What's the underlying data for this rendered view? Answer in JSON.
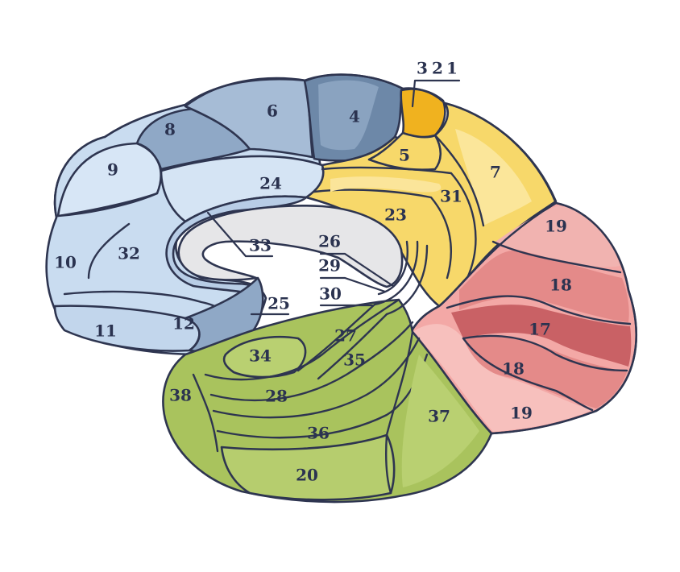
{
  "colors": {
    "frontal_light": "#c9dcf0",
    "frontal_mid": "#a8c1dc",
    "frontal_dark": "#7f9cbb",
    "motor": "#6b86a6",
    "sensory_orange": "#f3b623",
    "parietal_yellow": "#f7d86a",
    "parietal_light": "#fbe79a",
    "occipital_light": "#f4aaa8",
    "occipital_mid": "#e07f80",
    "occipital_dark": "#c45e62",
    "temporal_green": "#a9c35d",
    "temporal_light": "#c2d67a",
    "callosum": "#e6e6e8",
    "outline": "#2e3550"
  },
  "areas": [
    {
      "id": "area-1",
      "label": "1"
    },
    {
      "id": "area-2",
      "label": "2"
    },
    {
      "id": "area-3",
      "label": "3"
    },
    {
      "id": "area-4",
      "label": "4"
    },
    {
      "id": "area-5",
      "label": "5"
    },
    {
      "id": "area-6",
      "label": "6"
    },
    {
      "id": "area-7",
      "label": "7"
    },
    {
      "id": "area-8",
      "label": "8"
    },
    {
      "id": "area-9",
      "label": "9"
    },
    {
      "id": "area-10",
      "label": "10"
    },
    {
      "id": "area-11",
      "label": "11"
    },
    {
      "id": "area-12",
      "label": "12"
    },
    {
      "id": "area-17",
      "label": "17"
    },
    {
      "id": "area-18a",
      "label": "18"
    },
    {
      "id": "area-18b",
      "label": "18"
    },
    {
      "id": "area-19a",
      "label": "19"
    },
    {
      "id": "area-19b",
      "label": "19"
    },
    {
      "id": "area-20",
      "label": "20"
    },
    {
      "id": "area-23",
      "label": "23"
    },
    {
      "id": "area-24",
      "label": "24"
    },
    {
      "id": "area-25",
      "label": "25"
    },
    {
      "id": "area-26",
      "label": "26"
    },
    {
      "id": "area-27",
      "label": "27"
    },
    {
      "id": "area-28",
      "label": "28"
    },
    {
      "id": "area-29",
      "label": "29"
    },
    {
      "id": "area-30",
      "label": "30"
    },
    {
      "id": "area-31",
      "label": "31"
    },
    {
      "id": "area-32",
      "label": "32"
    },
    {
      "id": "area-33",
      "label": "33"
    },
    {
      "id": "area-34",
      "label": "34"
    },
    {
      "id": "area-35",
      "label": "35"
    },
    {
      "id": "area-36",
      "label": "36"
    },
    {
      "id": "area-37",
      "label": "37"
    },
    {
      "id": "area-38",
      "label": "38"
    }
  ]
}
